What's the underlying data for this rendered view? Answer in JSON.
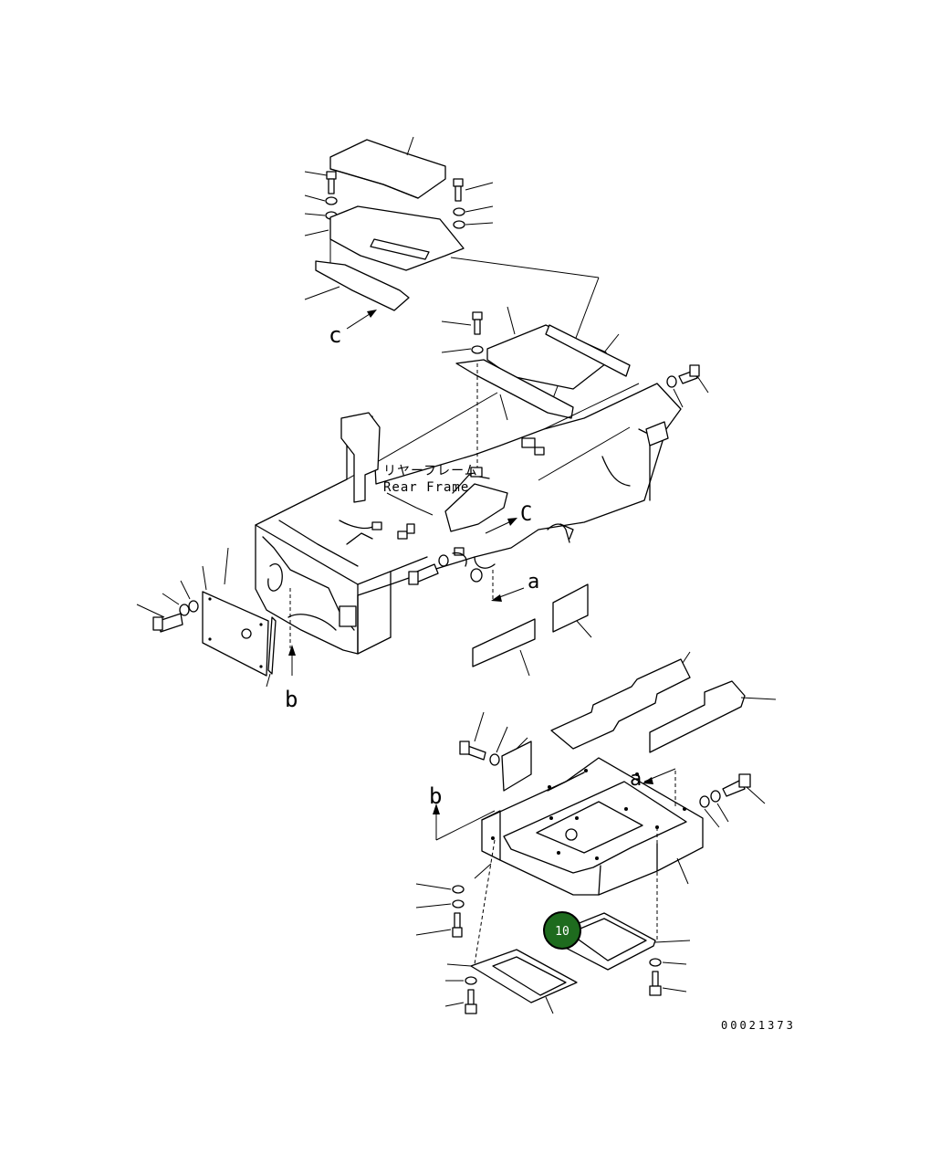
{
  "diagram": {
    "label_rear_frame_jp": "リヤーフレーム",
    "label_rear_frame_en": "Rear Frame",
    "view_marks": {
      "c_top": "c",
      "c_mid": "C",
      "a_mid": "a",
      "a_low": "a",
      "b_left": "b",
      "b_low": "b"
    },
    "callout": {
      "number": "10",
      "color": "#1e6b1e"
    },
    "drawing_number": "00021373"
  }
}
